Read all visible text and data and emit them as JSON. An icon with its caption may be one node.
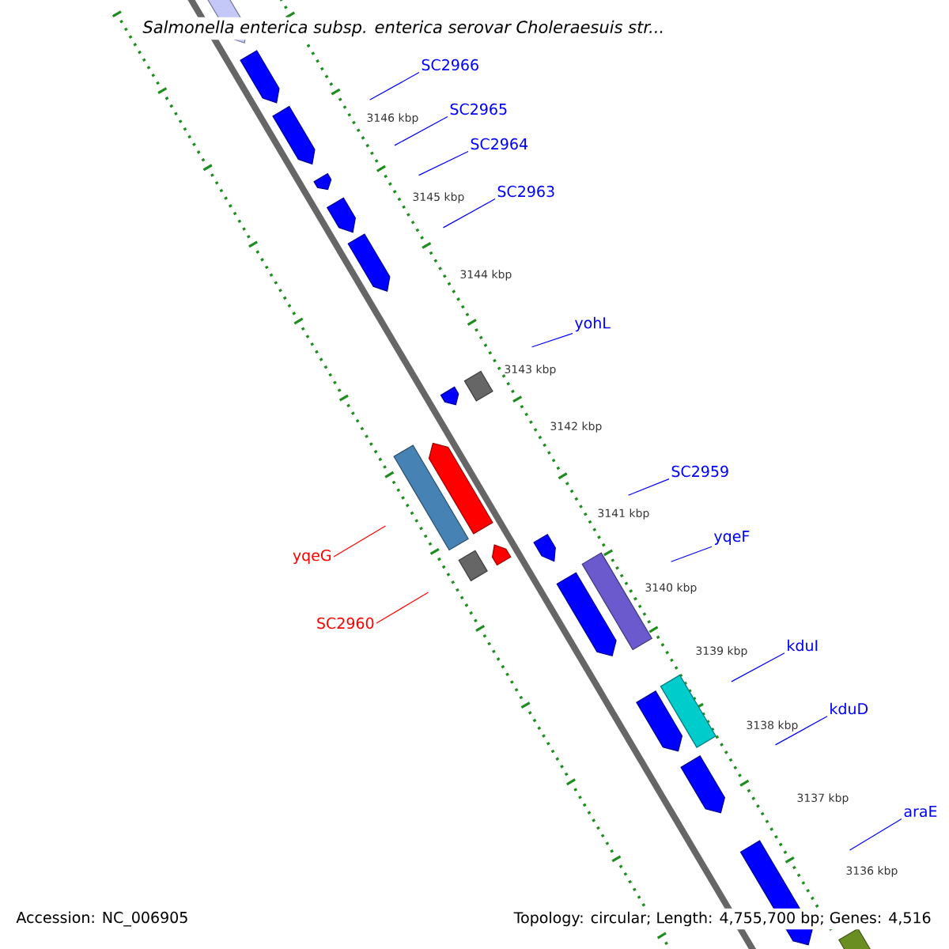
{
  "diagram": {
    "title": "Salmonella enterica subsp. enterica serovar Choleraesuis str...",
    "nodes": [
      {
        "text": [
          "SC2966"
        ]
      },
      {
        "text": [
          "SC2965"
        ]
      },
      {
        "text": [
          "SC2964"
        ]
      },
      {
        "text": [
          "SC2963"
        ]
      },
      {
        "text": [
          "yohL"
        ]
      },
      {
        "text": [
          "SC2959"
        ]
      },
      {
        "text": [
          "yqeF"
        ]
      },
      {
        "text": [
          "yqeG"
        ]
      },
      {
        "text": [
          "SC2960"
        ]
      },
      {
        "text": [
          "kduI"
        ]
      },
      {
        "text": [
          "kduD"
        ]
      },
      {
        "text": [
          "araE"
        ]
      }
    ],
    "edges": [
      {
        "from": 0,
        "to": null,
        "arrow": "none"
      },
      {
        "from": 1,
        "to": null,
        "arrow": "none"
      },
      {
        "from": 2,
        "to": null,
        "arrow": "none"
      },
      {
        "from": 3,
        "to": null,
        "arrow": "none"
      },
      {
        "from": 4,
        "to": null,
        "arrow": "none"
      },
      {
        "from": 5,
        "to": null,
        "arrow": "none"
      },
      {
        "from": 6,
        "to": null,
        "arrow": "none"
      },
      {
        "from": 7,
        "to": null,
        "arrow": "none",
        "color": "#ff0000"
      },
      {
        "from": 8,
        "to": null,
        "arrow": "none",
        "color": "#ff0000"
      },
      {
        "from": 9,
        "to": null,
        "arrow": "none"
      },
      {
        "from": 10,
        "to": null,
        "arrow": "none"
      },
      {
        "from": 11,
        "to": null,
        "arrow": "none"
      }
    ],
    "labels": [
      "3146 kbp",
      "3145 kbp",
      "3144 kbp",
      "3143 kbp",
      "3142 kbp",
      "3141 kbp",
      "3140 kbp",
      "3139 kbp",
      "3138 kbp",
      "3137 kbp",
      "3136 kbp",
      "Accession: NC_006905",
      "Topology: circular; Length: 4,755,700 bp; Genes: 4,516"
    ]
  }
}
